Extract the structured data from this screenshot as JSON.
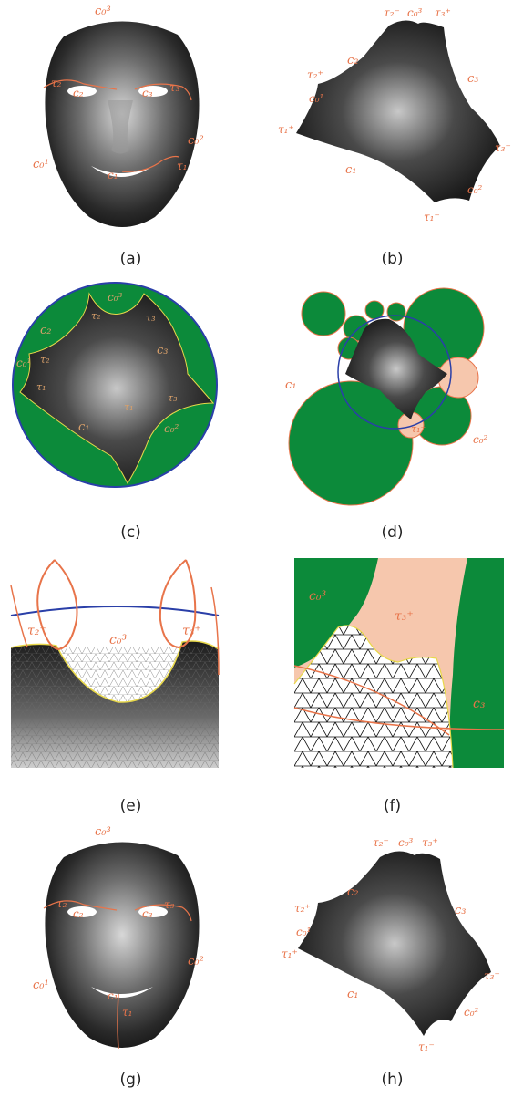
{
  "captions": {
    "a": "(a)",
    "b": "(b)",
    "c": "(c)",
    "d": "(d)",
    "e": "(e)",
    "f": "(f)",
    "g": "(g)",
    "h": "(h)"
  },
  "labels": {
    "c0_3": "c₀³",
    "c0_1": "c₀¹",
    "c0_2": "c₀²",
    "c1": "c₁",
    "c2": "c₂",
    "c3": "c₃",
    "tau1": "τ₁",
    "tau2": "τ₂",
    "tau3": "τ₃",
    "tau1p": "τ₁⁺",
    "tau1m": "τ₁⁻",
    "tau2p": "τ₂⁺",
    "tau2m": "τ₂⁻",
    "tau3p": "τ₃⁺",
    "tau3m": "τ₃⁻"
  },
  "colors": {
    "green": "#0c8a3a",
    "orange": "#e8744a",
    "peach": "#f6c7ad",
    "blue": "#2a3fa8",
    "yellow": "#e8d84a"
  }
}
